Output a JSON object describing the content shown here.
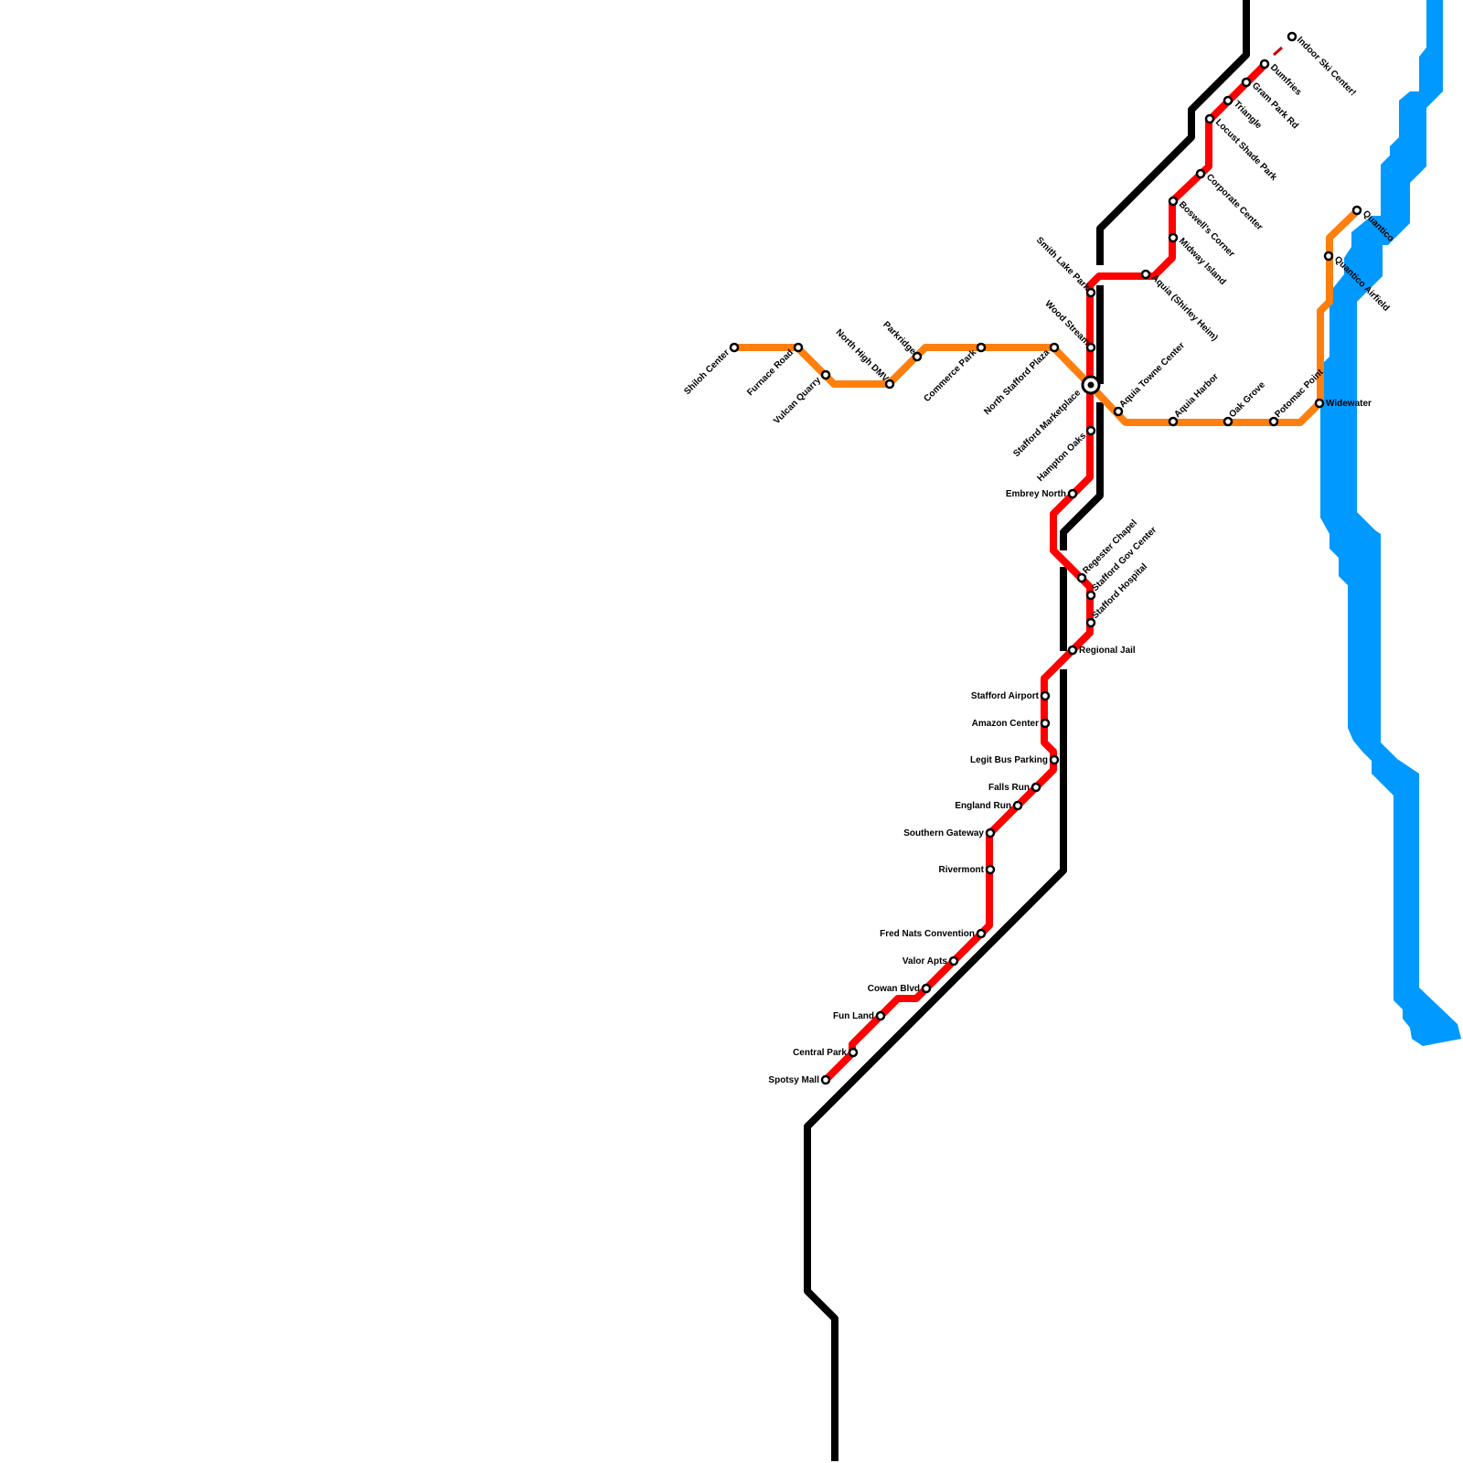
{
  "colors": {
    "red_line": "#ff0000",
    "orange_line": "#ff7f0e",
    "black_line": "#000000",
    "water": "#0099ff",
    "station_fill": "#ffffff",
    "station_stroke": "#000000"
  },
  "lines": [
    {
      "id": "red",
      "color": "#ff0000"
    },
    {
      "id": "orange",
      "color": "#ff7f0e"
    },
    {
      "id": "black",
      "color": "#000000"
    }
  ],
  "stations": {
    "indoor_ski_center": "Indoor Ski Center!",
    "dumfries": "Dumfries",
    "gram_park_rd": "Gram Park Rd",
    "triangle": "Triangle",
    "locust_shade_park": "Locust Shade Park",
    "corporate_center": "Corporate Center",
    "boswells_corner": "Boswell's Corner",
    "midway_island": "Midway Island",
    "aquia_shirley_heim": "Aquia (Shirley Heim)",
    "smith_lake_park": "Smith Lake Park",
    "wood_stream": "Wood Stream",
    "north_stafford_plaza": "North Stafford Plaza",
    "stafford_marketplace": "Stafford Marketplace",
    "hampton_oaks": "Hampton Oaks",
    "embrey_north": "Embrey North",
    "regester_chapel": "Regester Chapel",
    "stafford_gov_center": "Stafford Gov Center",
    "stafford_hospital": "Stafford Hospital",
    "regional_jail": "Regional Jail",
    "stafford_airport": "Stafford Airport",
    "amazon_center": "Amazon Center",
    "legit_bus_parking": "Legit Bus Parking",
    "falls_run": "Falls Run",
    "england_run": "England Run",
    "southern_gateway": "Southern Gateway",
    "rivermont": "Rivermont",
    "fred_nats_convention": "Fred Nats Convention",
    "valor_apts": "Valor Apts",
    "cowan_blvd": "Cowan Blvd",
    "fun_land": "Fun Land",
    "central_park": "Central Park",
    "spotsy_mall": "Spotsy Mall",
    "shiloh_center": "Shiloh Center",
    "furnace_road": "Furnace Road",
    "vulcan_quarry": "Vulcan Quarry",
    "north_high_dmv": "North High DMV",
    "parkridge": "Parkridge",
    "commerce_park": "Commerce Park",
    "aquia_towne_center": "Aquia Towne Center",
    "aquia_harbor": "Aquia Harbor",
    "oak_grove": "Oak Grove",
    "potomac_point": "Potomac Point",
    "widewater": "Widewater",
    "quantico_airfield": "Quantico Airfield",
    "quantico": "Quantico"
  }
}
